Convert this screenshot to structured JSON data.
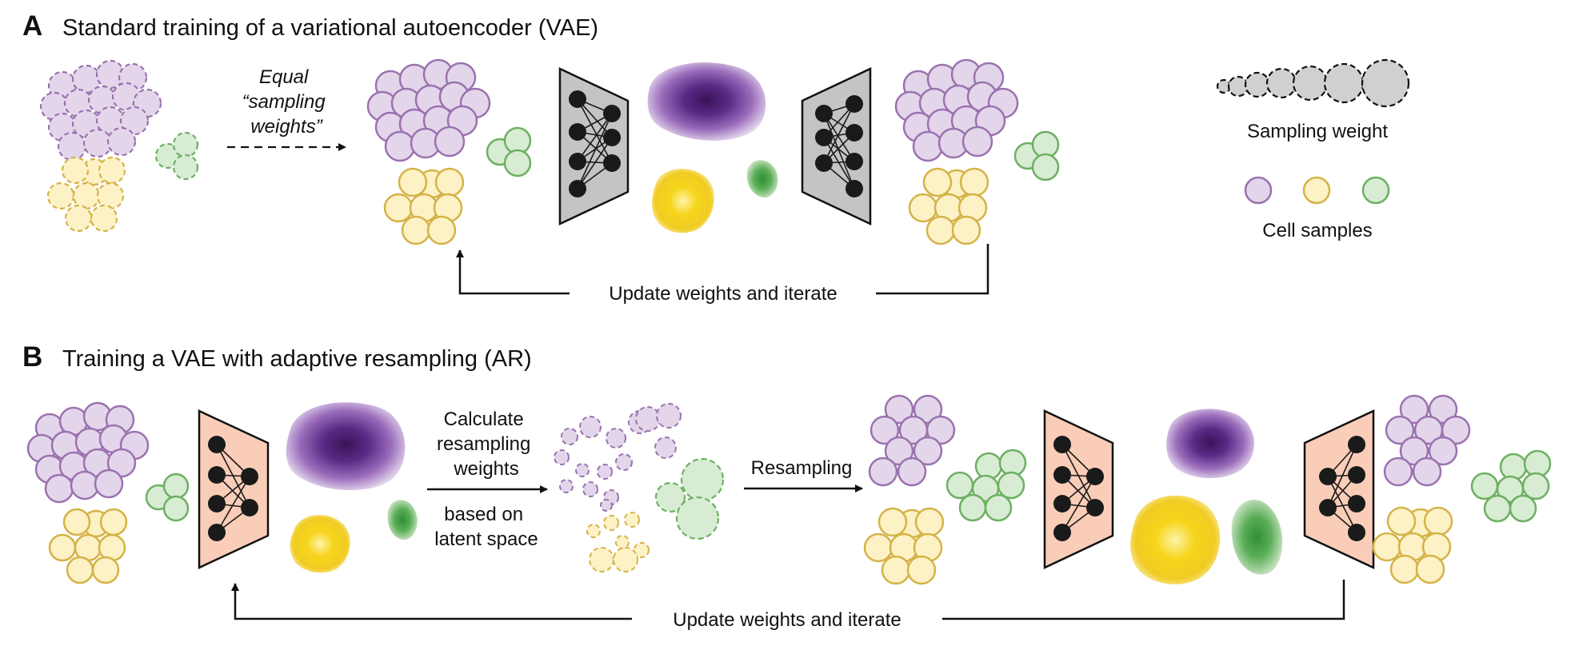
{
  "panel_a": {
    "letter": "A",
    "title": "Standard training of a variational autoencoder (VAE)",
    "equal_weights_label": [
      "Equal",
      "“sampling",
      "weights”"
    ],
    "loop_label": "Update weights and iterate"
  },
  "panel_b": {
    "letter": "B",
    "title": "Training a VAE with adaptive resampling (AR)",
    "calc_label": [
      "Calculate",
      "resampling",
      "weights"
    ],
    "based_label": [
      "based on",
      "latent space"
    ],
    "resampling_label": "Resampling",
    "loop_label": "Update weights and iterate"
  },
  "legend": {
    "sampling_weight": "Sampling weight",
    "cell_samples": "Cell samples"
  },
  "colors": {
    "purple_fill": "#e3d6ea",
    "purple_stroke": "#9b72b0",
    "yellow_fill": "#fdf1c6",
    "yellow_stroke": "#d4b347",
    "green_fill": "#d8ecd4",
    "green_stroke": "#6db062",
    "encoder_gray": "#c4c4c4",
    "encoder_salmon": "#f9cdb8",
    "latent_purple": "#4b1d6e",
    "latent_yellow": "#f2d217",
    "latent_green": "#3d9a3d",
    "node": "#1a1a1a"
  }
}
